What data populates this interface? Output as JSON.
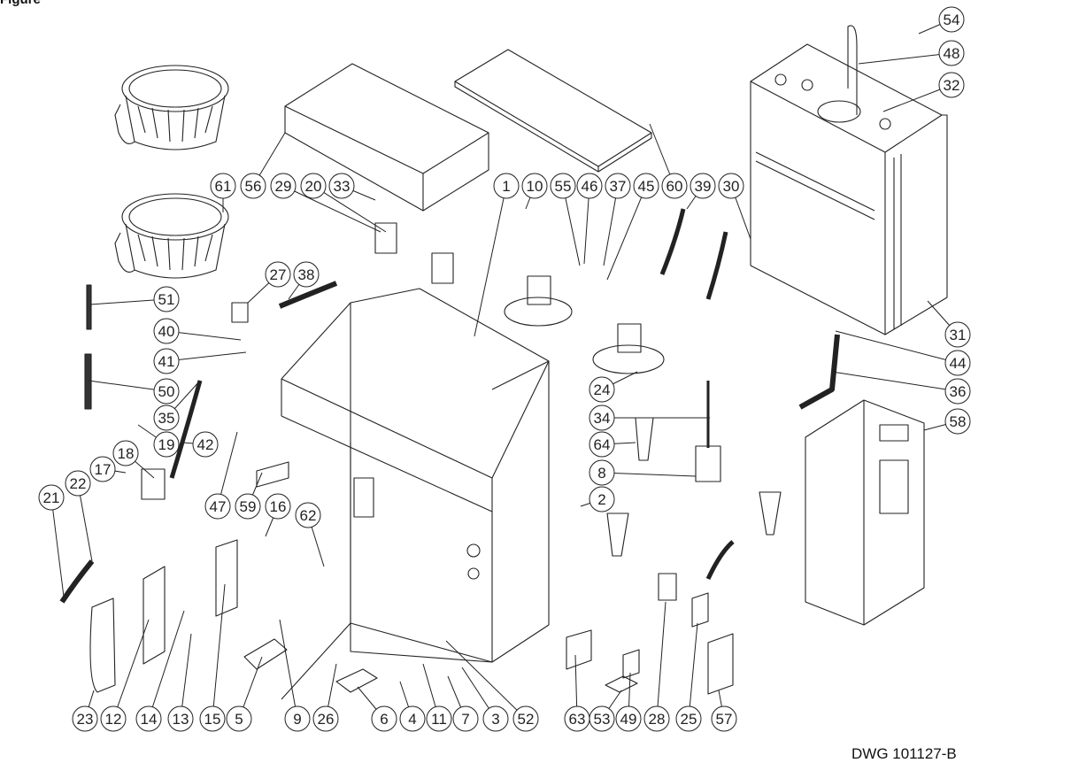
{
  "diagram": {
    "header_text": "Figure",
    "drawing_number": "DWG 101127-B",
    "callouts": [
      "54",
      "48",
      "32",
      "61",
      "56",
      "29",
      "20",
      "33",
      "1",
      "10",
      "55",
      "46",
      "37",
      "45",
      "60",
      "39",
      "30",
      "27",
      "38",
      "51",
      "40",
      "41",
      "50",
      "35",
      "42",
      "19",
      "18",
      "17",
      "21",
      "22",
      "47",
      "59",
      "16",
      "62",
      "24",
      "34",
      "64",
      "8",
      "2",
      "44",
      "36",
      "58",
      "31",
      "23",
      "12",
      "14",
      "13",
      "15",
      "5",
      "9",
      "26",
      "6",
      "4",
      "11",
      "7",
      "3",
      "52",
      "63",
      "53",
      "49",
      "28",
      "25",
      "57"
    ]
  }
}
